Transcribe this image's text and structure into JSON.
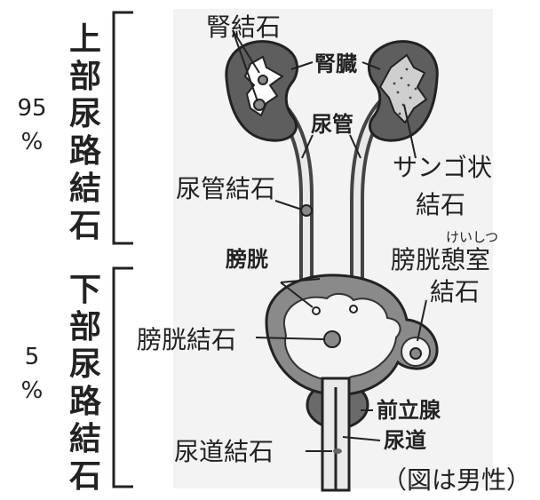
{
  "left": {
    "upper_group": {
      "label_chars": [
        "上",
        "部",
        "尿",
        "路",
        "結",
        "石"
      ],
      "percent_num": "95",
      "percent_sign": "%"
    },
    "lower_group": {
      "label_chars": [
        "下",
        "部",
        "尿",
        "路",
        "結",
        "石"
      ],
      "percent_num": "5",
      "percent_sign": "%"
    }
  },
  "labels": {
    "kidney_stone": "腎結石",
    "kidney": "腎臓",
    "ureter": "尿管",
    "staghorn_line1": "サンゴ状",
    "staghorn_line2": "結石",
    "ureteral_stone": "尿管結石",
    "bladder": "膀胱",
    "diverticulum_ruby": "けいしつ",
    "diverticulum_line1": "膀胱憩室",
    "diverticulum_line2": "結石",
    "bladder_stone": "膀胱結石",
    "prostate": "前立腺",
    "urethra": "尿道",
    "urethral_stone": "尿道結石",
    "note": "（図は男性）"
  }
}
